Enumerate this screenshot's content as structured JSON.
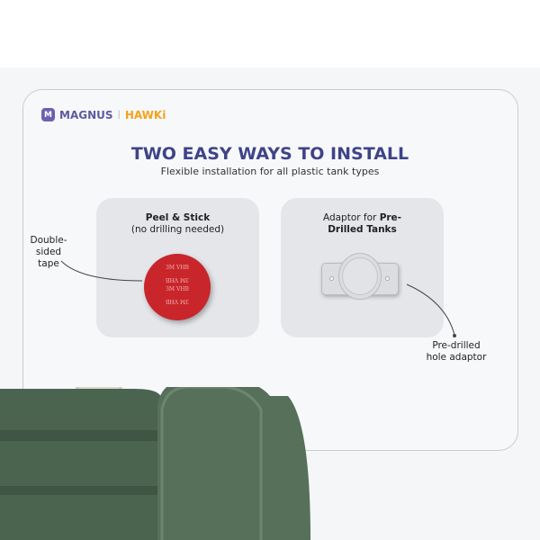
{
  "brand": {
    "logo_mark": "M",
    "name": "MAGNUS",
    "separator": "|",
    "product": "HAWKi"
  },
  "header": {
    "title": "TWO EASY WAYS TO INSTALL",
    "subtitle": "Flexible installation for all plastic tank types"
  },
  "option1": {
    "title": "Peel & Stick",
    "subtitle": "(no drilling needed)",
    "callout_line1": "Double-sided",
    "callout_line2": "tape",
    "tape_text": "3M VHB"
  },
  "option2": {
    "title_regular": "Adaptor for ",
    "title_bold1": "Pre-",
    "title_bold2": "Drilled Tanks",
    "callout_line1": "Pre-drilled",
    "callout_line2": "hole adaptor"
  },
  "colors": {
    "brand_purple": "#5e5aa0",
    "brand_orange": "#f3a21a",
    "tank_green": "#4f6b52",
    "tape_red": "#c8262b"
  }
}
